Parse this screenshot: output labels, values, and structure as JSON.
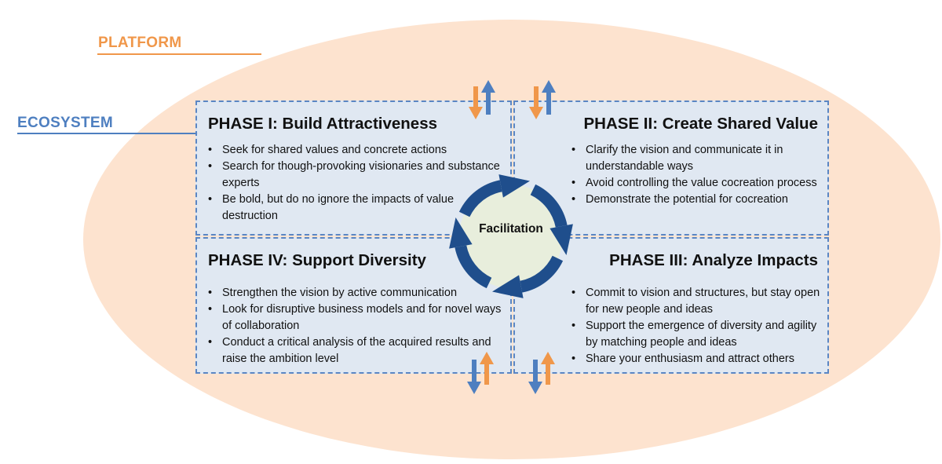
{
  "labels": {
    "platform": "PLATFORM",
    "ecosystem": "ECOSYSTEM"
  },
  "phases": {
    "p1": {
      "title": "PHASE I: Build Attractiveness",
      "items": [
        "Seek for shared values and concrete actions",
        "Search for though-provoking visionaries and substance experts",
        "Be bold, but do no ignore the impacts of value destruction"
      ]
    },
    "p2": {
      "title": "PHASE II: Create Shared Value",
      "items": [
        "Clarify the vision and communicate it in understandable ways",
        "Avoid controlling the value cocreation process",
        "Demonstrate the potential for cocreation"
      ]
    },
    "p3": {
      "title": "PHASE III: Analyze Impacts",
      "items": [
        "Commit to vision and structures, but stay open for new people and ideas",
        "Support the emergence of diversity and agility by matching people and ideas",
        "Share your enthusiasm and attract others"
      ]
    },
    "p4": {
      "title": "PHASE IV: Support Diversity",
      "items": [
        "Strengthen the vision by active communication",
        "Look for disruptive business models and for novel ways of collaboration",
        "Conduct a critical analysis of the acquired results and raise the ambition level"
      ]
    }
  },
  "center": {
    "label": "Facilitation"
  },
  "colors": {
    "platform_fill": "#fde3cf",
    "platform_accent": "#f0974a",
    "ecosystem_accent": "#4e7fc0",
    "phase_fill": "#dde8f5",
    "cycle_arrow": "#1f4e8c",
    "center_fill": "#e8eedc"
  }
}
